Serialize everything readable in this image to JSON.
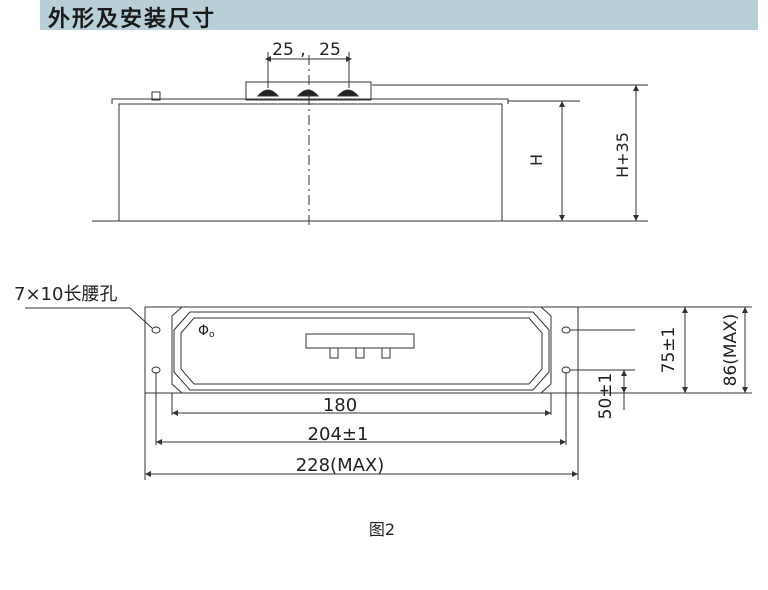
{
  "header": {
    "title": "外形及安装尺寸"
  },
  "side_view": {
    "terminal_spacing_left": "25",
    "terminal_spacing_right": "25",
    "height_label": "H",
    "total_height_label": "H+35"
  },
  "top_view": {
    "slot_callout": "7×10长腰孔",
    "phase_symbol": "Φ",
    "phase_sub": "o",
    "dim_180": "180",
    "dim_204": "204±1",
    "dim_228": "228(MAX)",
    "dim_50": "50±1",
    "dim_75": "75±1",
    "dim_86": "86(MAX)"
  },
  "caption": "图2",
  "colors": {
    "title_bar": "#b8cfd8",
    "line": "#333333"
  }
}
